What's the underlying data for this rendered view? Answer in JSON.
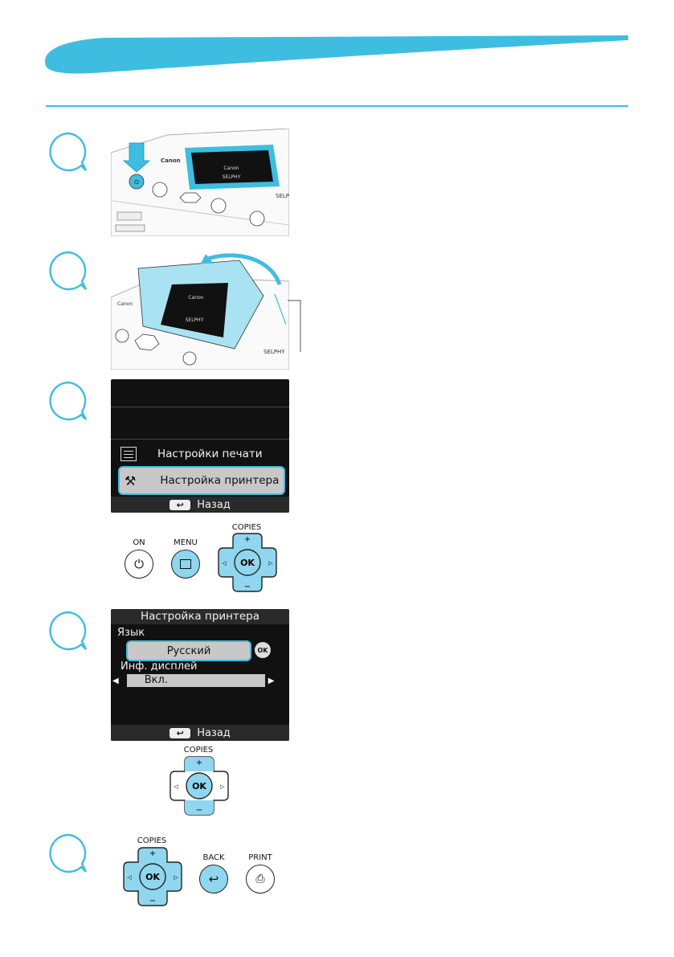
{
  "brand": {
    "accent": "#3fbde0",
    "accent_light": "#a9e3f3",
    "bubble_border": "#3fbde0"
  },
  "step3_screen": {
    "menu_items": [
      {
        "label": "Настройки печати",
        "icon": "print-settings-icon"
      },
      {
        "label": "Настройка принтера",
        "icon": "tools-icon",
        "selected": true
      }
    ],
    "footer_label": "Назад",
    "footer_icon": "back-arrow-icon"
  },
  "step3_buttons": {
    "on_label": "ON",
    "menu_label": "MENU",
    "copies_label": "COPIES",
    "ok_label": "OK"
  },
  "step4_screen": {
    "title": "Настройка принтера",
    "language_label": "Язык",
    "language_value": "Русский",
    "ok_badge": "OK",
    "info_display_label": "Инф. дисплей",
    "info_display_value": "Вкл.",
    "footer_label": "Назад",
    "footer_icon": "back-arrow-icon"
  },
  "step4_buttons": {
    "copies_label": "COPIES",
    "ok_label": "OK"
  },
  "step5_buttons": {
    "copies_label": "COPIES",
    "ok_label": "OK",
    "back_label": "BACK",
    "print_label": "PRINT"
  },
  "printer_texts": {
    "brand_mark": "Canon",
    "model": "SELPHY"
  }
}
